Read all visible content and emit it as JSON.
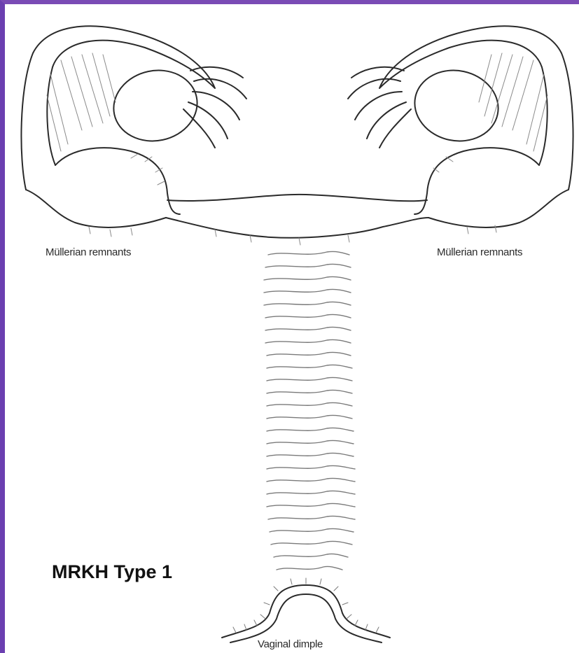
{
  "labels": {
    "left_remnant": "Müllerian remnants",
    "right_remnant": "Müllerian remnants",
    "vaginal_dimple": "Vaginal dimple",
    "title": "MRKH Type 1"
  },
  "colors": {
    "border": "#6b3fb0",
    "ink": "#2a2a2a",
    "hatch": "#8a8a8a"
  }
}
